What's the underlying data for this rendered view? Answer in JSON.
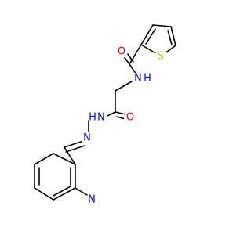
{
  "molecule": {
    "atoms": [
      {
        "id": "O1",
        "label": "O",
        "color": "#FF0000"
      },
      {
        "id": "S1",
        "label": "S",
        "color": "#CCCC00"
      },
      {
        "id": "N1",
        "label": "N",
        "h": "H",
        "color": "#0000FF"
      },
      {
        "id": "O2",
        "label": "O",
        "color": "#FF0000"
      },
      {
        "id": "N2",
        "label": "N",
        "h": "H",
        "color": "#0000FF"
      },
      {
        "id": "N3",
        "label": "N",
        "color": "#0000FF"
      },
      {
        "id": "N4",
        "label": "N",
        "color": "#0000FF"
      }
    ]
  }
}
